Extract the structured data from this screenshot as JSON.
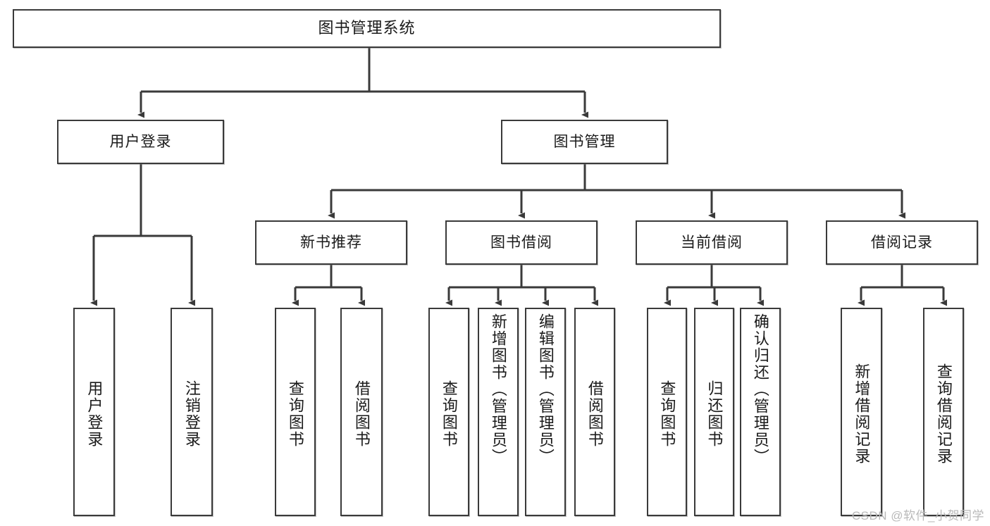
{
  "diagram": {
    "title": "图书管理系统",
    "type": "hierarchy-tree",
    "watermark": "CSDN @软件_小贺同学",
    "colors": {
      "stroke": "#3a3a3a",
      "fill": "#ffffff",
      "text": "#1a1a1a",
      "watermark": "#b9b9b9"
    },
    "nodes": {
      "root": {
        "label": "图书管理系统"
      },
      "level1": [
        {
          "id": "user-login",
          "label": "用户登录"
        },
        {
          "id": "book-manage",
          "label": "图书管理"
        }
      ],
      "level2": [
        {
          "id": "new-book-recommend",
          "label": "新书推荐"
        },
        {
          "id": "book-borrow",
          "label": "图书借阅"
        },
        {
          "id": "current-borrow",
          "label": "当前借阅"
        },
        {
          "id": "borrow-record",
          "label": "借阅记录"
        }
      ],
      "leaves": [
        {
          "id": "leaf-user-login",
          "label": "用户登录",
          "parent": "user-login"
        },
        {
          "id": "leaf-logout",
          "label": "注销登录",
          "parent": "user-login"
        },
        {
          "id": "leaf-query-book-1",
          "label": "查询图书",
          "parent": "new-book-recommend"
        },
        {
          "id": "leaf-borrow-book-1",
          "label": "借阅图书",
          "parent": "new-book-recommend"
        },
        {
          "id": "leaf-query-book-2",
          "label": "查询图书",
          "parent": "book-borrow"
        },
        {
          "id": "leaf-add-book",
          "label": "新增图书（管理员）",
          "parent": "book-borrow"
        },
        {
          "id": "leaf-edit-book",
          "label": "编辑图书（管理员）",
          "parent": "book-borrow"
        },
        {
          "id": "leaf-borrow-book-2",
          "label": "借阅图书",
          "parent": "book-borrow"
        },
        {
          "id": "leaf-query-book-3",
          "label": "查询图书",
          "parent": "current-borrow"
        },
        {
          "id": "leaf-return-book",
          "label": "归还图书",
          "parent": "current-borrow"
        },
        {
          "id": "leaf-confirm-return",
          "label": "确认归还（管理员）",
          "parent": "current-borrow"
        },
        {
          "id": "leaf-add-record",
          "label": "新增借阅记录",
          "parent": "borrow-record"
        },
        {
          "id": "leaf-query-record",
          "label": "查询借阅记录",
          "parent": "borrow-record"
        }
      ]
    }
  }
}
